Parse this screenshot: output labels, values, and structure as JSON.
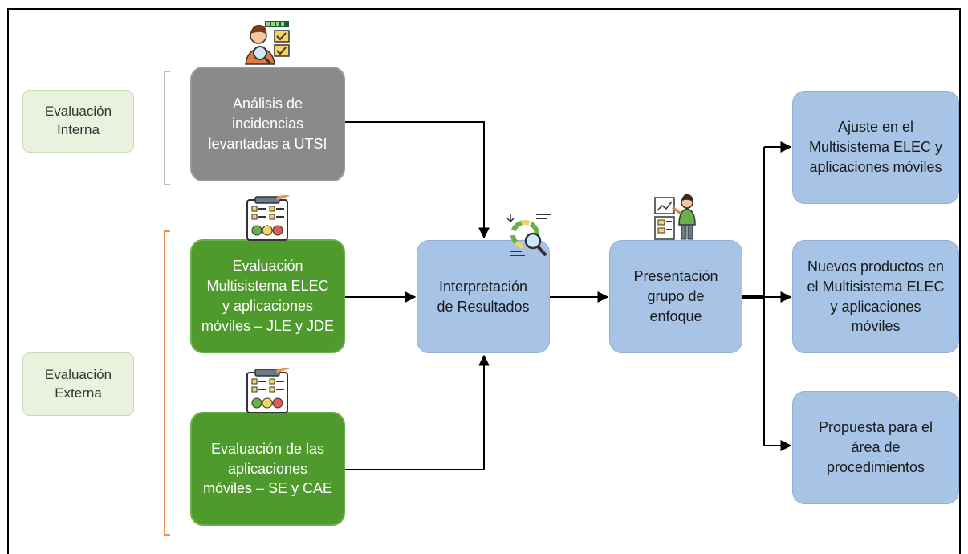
{
  "labels": {
    "internal": "Evaluación\nInterna",
    "external": "Evaluación\nExterna"
  },
  "sources": {
    "incidents": "Análisis de\nincidencias\nlevantadas a UTSI",
    "eval_multisistema": "Evaluación\nMultisistema ELEC\ny aplicaciones\nmóviles – JLE y JDE",
    "eval_apps": "Evaluación de las\naplicaciones\nmóviles – SE y CAE"
  },
  "process": {
    "interpretation": "Interpretación\nde Resultados",
    "presentation": "Presentación\ngrupo de\nenfoque"
  },
  "outcomes": {
    "adjustment": "Ajuste en el\nMultisistema ELEC y\naplicaciones móviles",
    "new_products": "Nuevos productos en\nel Multisistema ELEC\ny aplicaciones\nmóviles",
    "proposal": "Propuesta para el\nárea de\nprocedimientos"
  },
  "colors": {
    "gray_box": "#8a8a8a",
    "green_box": "#4f9a2c",
    "blue_box": "#a7c4e6",
    "label_box": "#e8f2dc",
    "internal_bracket": "#bbbbbb",
    "external_bracket": "#e8925a"
  },
  "icons": {
    "analyst": "person-magnifier-checklist-icon",
    "survey": "survey-checklist-icon",
    "analytics": "analytics-magnifier-icon",
    "presenter": "presenter-board-icon"
  }
}
